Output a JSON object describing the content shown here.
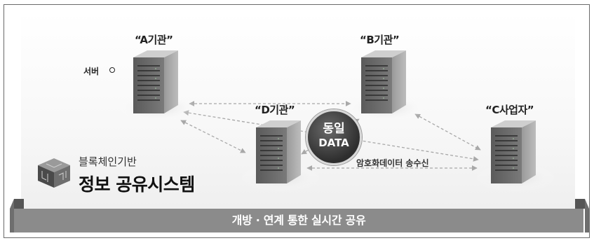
{
  "institutions": {
    "a": "“A기관”",
    "b": "“B기관”",
    "c": "“C사업자”",
    "d": "“D기관”"
  },
  "server_label": "서버",
  "center": {
    "line1": "동일",
    "line2": "DATA"
  },
  "encrypted_label": "암호화데이터 송수신",
  "title": {
    "small": "블록체인기반",
    "big": "정보 공유시스템"
  },
  "banner": "개방 · 연계 통한 실시간 공유",
  "colors": {
    "banner": "#8b8b8b",
    "server_body": "#6e6e6e",
    "arrow": "#a8a8a8"
  }
}
